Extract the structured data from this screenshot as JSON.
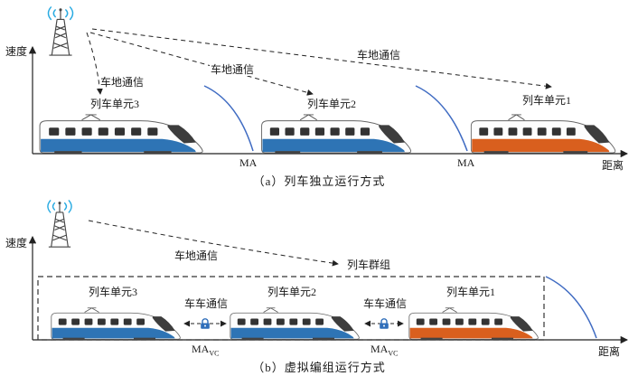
{
  "colors": {
    "curve_blue": "#3F6BC2",
    "train_stripe_blue": "#2E74B5",
    "train_stripe_orange": "#D95F1E",
    "lock_blue": "#2F6EBA",
    "tower_wave_blue": "#29ABE2"
  },
  "panel_a": {
    "caption": "（a）列车独立运行方式",
    "axis": {
      "speed": "速度",
      "distance": "距离"
    },
    "train_labels": [
      "列车单元3",
      "列车单元2",
      "列车单元1"
    ],
    "ground_comm_labels": [
      "车地通信",
      "车地通信",
      "车地通信"
    ],
    "ma_labels": [
      "MA",
      "MA"
    ]
  },
  "panel_b": {
    "caption": "（b）虚拟编组运行方式",
    "axis": {
      "speed": "速度",
      "distance": "距离"
    },
    "ground_comm_label": "车地通信",
    "group_label": "列车群组",
    "train_labels": [
      "列车单元3",
      "列车单元2",
      "列车单元1"
    ],
    "train_comm_labels": [
      "车车通信",
      "车车通信"
    ],
    "ma_labels": [
      {
        "base": "MA",
        "sub": "VC"
      },
      {
        "base": "MA",
        "sub": "VC"
      }
    ]
  }
}
